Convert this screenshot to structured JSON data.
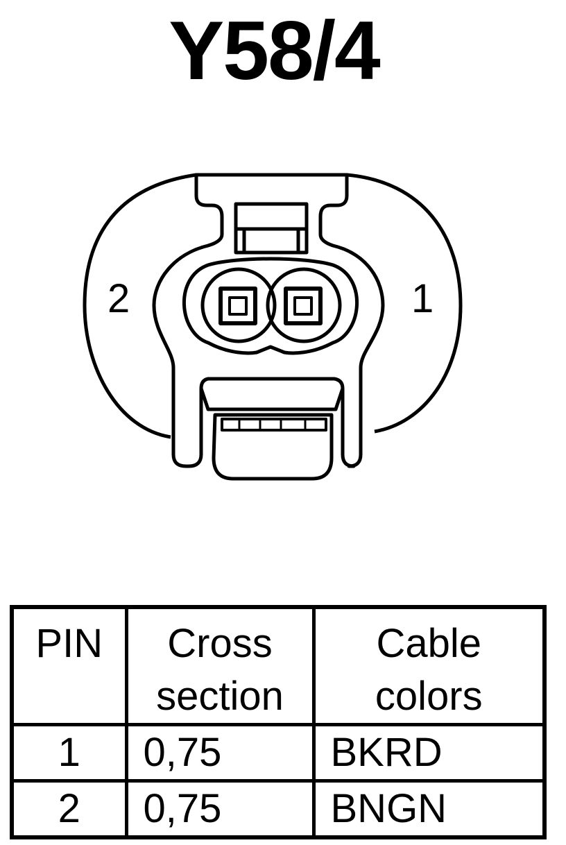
{
  "title": "Y58/4",
  "connector": {
    "pin_labels": {
      "left": "2",
      "right": "1"
    }
  },
  "table": {
    "headers": {
      "pin": "PIN",
      "cross_section_line1": "Cross",
      "cross_section_line2": "section",
      "cable_colors_line1": "Cable",
      "cable_colors_line2": "colors"
    },
    "rows": [
      {
        "pin": "1",
        "cross_section": "0,75",
        "cable_color": "BKRD"
      },
      {
        "pin": "2",
        "cross_section": "0,75",
        "cable_color": "BNGN"
      }
    ]
  }
}
